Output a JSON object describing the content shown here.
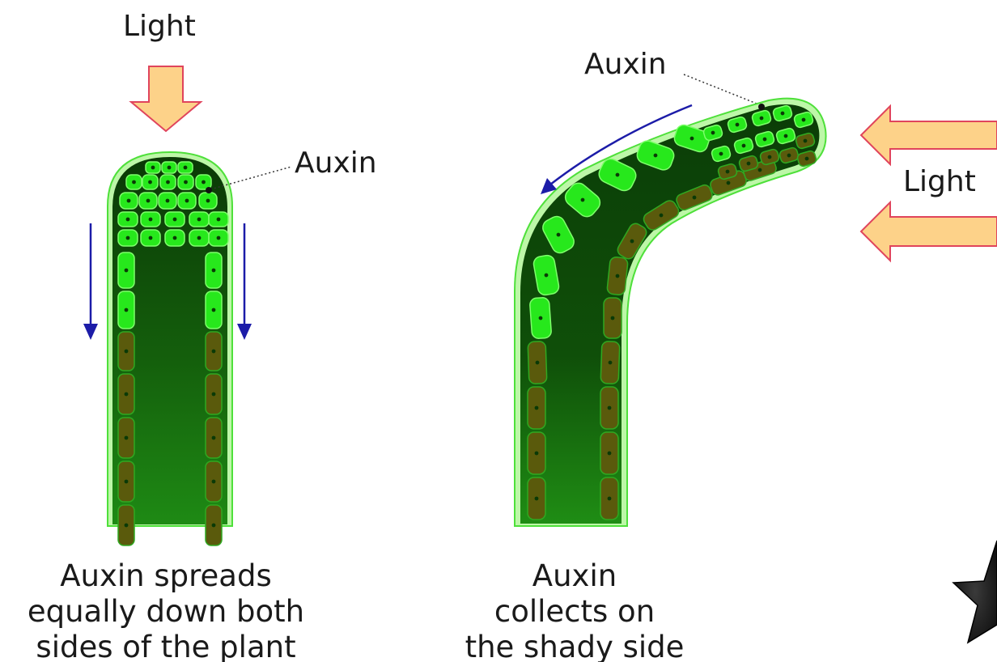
{
  "left_panel": {
    "light_label": "Light",
    "auxin_label": "Auxin",
    "caption": [
      "Auxin spreads",
      "equally down both",
      "sides of the plant"
    ]
  },
  "right_panel": {
    "light_label": "Light",
    "auxin_label": "Auxin",
    "caption": [
      "Auxin",
      "collects on",
      "the shady side"
    ]
  },
  "colors": {
    "light_arrow_fill": "#fdd289",
    "light_arrow_stroke": "#e0445c",
    "cell_light": "#27e81c",
    "cell_dark": "#5a5a0c",
    "tissue_dark": "#0e4a08",
    "direction_arrow": "#1c1ca8"
  },
  "icons": [
    "light-arrow-icon",
    "direction-arrow-icon",
    "star-icon"
  ]
}
